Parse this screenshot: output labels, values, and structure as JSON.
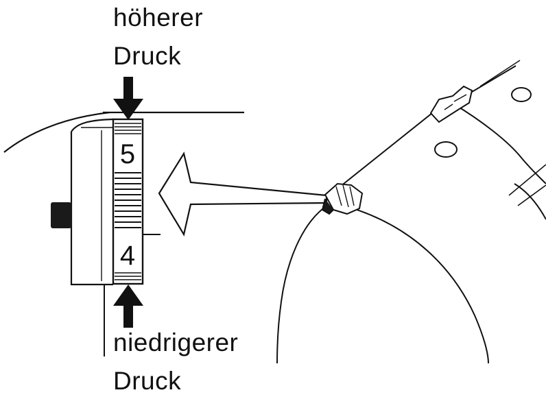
{
  "labels": {
    "higher_pressure_line1": "höherer",
    "higher_pressure_line2": "Druck",
    "lower_pressure_line1": "niedrigerer",
    "lower_pressure_line2": "Druck"
  },
  "dial": {
    "upper_number": "5",
    "lower_number": "4"
  },
  "colors": {
    "ink": "#111111",
    "background": "#ffffff"
  },
  "icons": {
    "higher_pressure_arrow": "arrow-down-icon",
    "lower_pressure_arrow": "arrow-up-icon",
    "callout_arrow": "arrow-left-outline-icon"
  }
}
